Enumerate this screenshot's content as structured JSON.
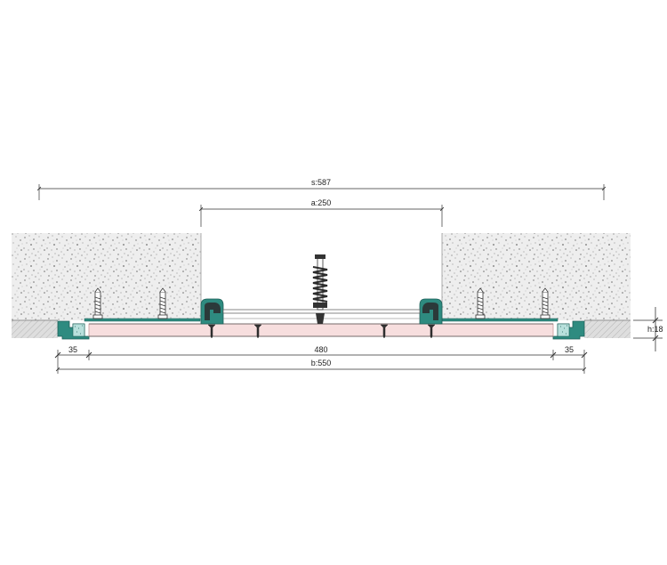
{
  "dimensions": {
    "s": "s:587",
    "a": "a:250",
    "middle": "480",
    "left_flange": "35",
    "right_flange": "35",
    "b": "b:550",
    "h": "h:18"
  },
  "colors": {
    "concrete_fill": "#eeeeee",
    "concrete_speckle": "#6e6e6e",
    "screed_fill": "#d9d9d9",
    "profile_teal": "#2e8b80",
    "profile_dark": "#2b3a3a",
    "plate_fill": "#f7dede",
    "plate_edge": "#c99a9a",
    "insert_fill": "#b8e0dc",
    "dim_line": "#333333"
  },
  "components": {
    "concrete": "concrete-slab",
    "screed": "screed-layer",
    "cover_plate": "cover-plate",
    "side_profile": "aluminium-profile",
    "gasket": "rubber-gasket",
    "spring": "centering-spring",
    "anchor": "anchor-bolt",
    "screw": "countersunk-screw"
  }
}
